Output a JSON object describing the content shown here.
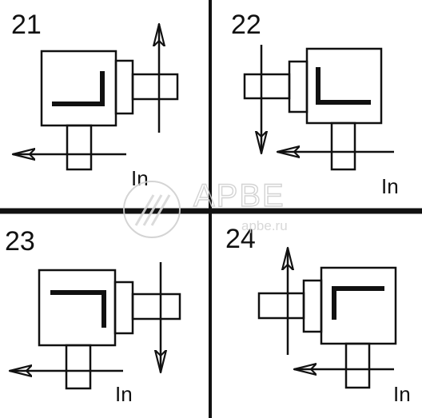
{
  "panels": [
    {
      "number": "21",
      "input_label": "In"
    },
    {
      "number": "22",
      "input_label": "In"
    },
    {
      "number": "23",
      "input_label": "In"
    },
    {
      "number": "24",
      "input_label": "In"
    }
  ],
  "watermark": {
    "brand": "APBE",
    "site": "apbe.ru"
  },
  "colors": {
    "ink": "#111111",
    "watermark": "#cfcfcf",
    "background": "#ffffff"
  }
}
